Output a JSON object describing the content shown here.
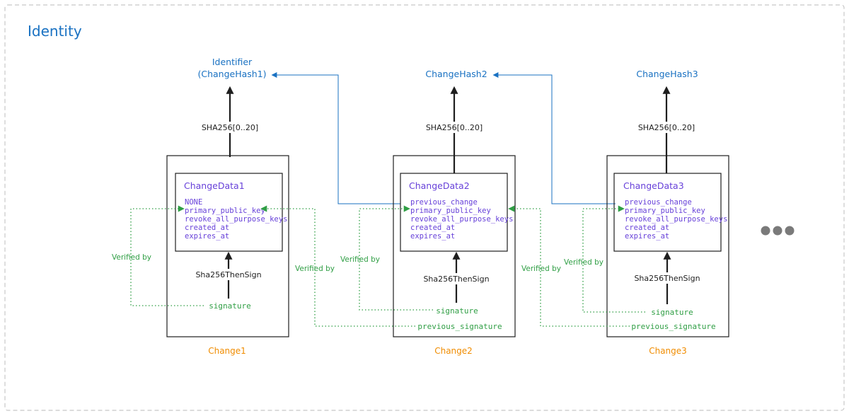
{
  "title": "Identity",
  "hashes": [
    "Identifier",
    "(ChangeHash1)",
    "ChangeHash2",
    "ChangeHash3"
  ],
  "hash_algo": "SHA256[0..20]",
  "sign_algo": "Sha256ThenSign",
  "verified_by": "Verified by",
  "more_indicator": "more-dots-icon",
  "changes": [
    {
      "data_title": "ChangeData1",
      "fields": [
        "NONE",
        "primary_public_key",
        "revoke_all_purpose_keys",
        "created_at",
        "expires_at"
      ],
      "signature": "signature",
      "previous_signature": "",
      "label": "Change1"
    },
    {
      "data_title": "ChangeData2",
      "fields": [
        "previous_change",
        "primary_public_key",
        "revoke_all_purpose_keys",
        "created_at",
        "expires_at"
      ],
      "signature": "signature",
      "previous_signature": "previous_signature",
      "label": "Change2"
    },
    {
      "data_title": "ChangeData3",
      "fields": [
        "previous_change",
        "primary_public_key",
        "revoke_all_purpose_keys",
        "created_at",
        "expires_at"
      ],
      "signature": "signature",
      "previous_signature": "previous_signature",
      "label": "Change3"
    }
  ],
  "colors": {
    "title": "#1971c2",
    "hash": "#1971c2",
    "change_data": "#6741d9",
    "signature": "#2f9e44",
    "change_label": "#f08c00",
    "frame": "#c8c8c8"
  }
}
